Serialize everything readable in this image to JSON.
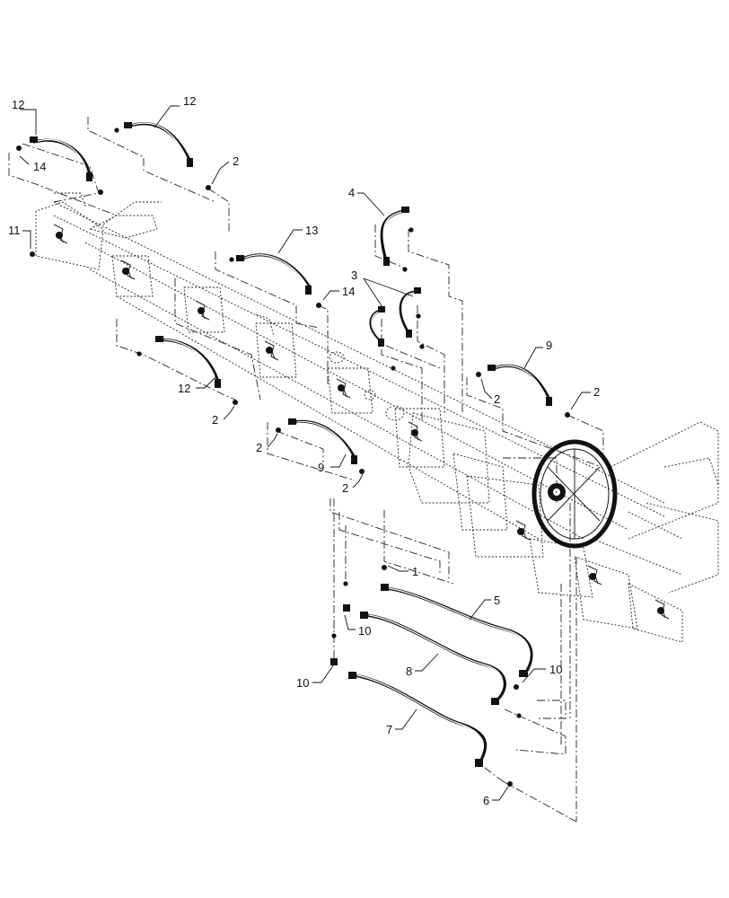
{
  "callouts": [
    {
      "id": "c12a",
      "label": "12"
    },
    {
      "id": "c14a",
      "label": "14"
    },
    {
      "id": "c11",
      "label": "11"
    },
    {
      "id": "c12b",
      "label": "12"
    },
    {
      "id": "c2a",
      "label": "2"
    },
    {
      "id": "c4",
      "label": "4"
    },
    {
      "id": "c13",
      "label": "13"
    },
    {
      "id": "c14b",
      "label": "14"
    },
    {
      "id": "c3",
      "label": "3"
    },
    {
      "id": "c9a",
      "label": "9"
    },
    {
      "id": "c2b",
      "label": "2"
    },
    {
      "id": "c2c",
      "label": "2"
    },
    {
      "id": "c12c",
      "label": "12"
    },
    {
      "id": "c2d",
      "label": "2"
    },
    {
      "id": "c2e",
      "label": "2"
    },
    {
      "id": "c9b",
      "label": "9"
    },
    {
      "id": "c2f",
      "label": "2"
    },
    {
      "id": "c1",
      "label": "1"
    },
    {
      "id": "c5",
      "label": "5"
    },
    {
      "id": "c10a",
      "label": "10"
    },
    {
      "id": "c8",
      "label": "8"
    },
    {
      "id": "c10b",
      "label": "10"
    },
    {
      "id": "c10c",
      "label": "10"
    },
    {
      "id": "c7",
      "label": "7"
    },
    {
      "id": "c6",
      "label": "6"
    }
  ]
}
